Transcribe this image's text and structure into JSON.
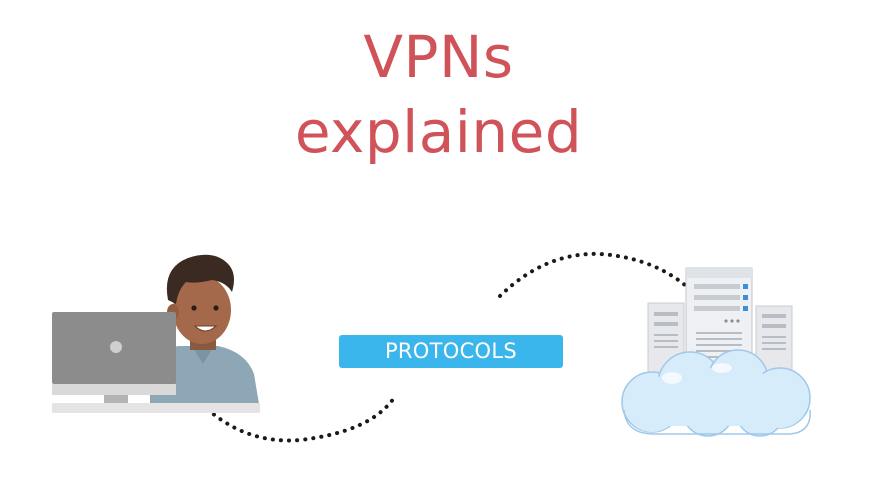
{
  "title": {
    "line1": "VPNs",
    "line2": "explained"
  },
  "badge": {
    "label": "PROTOCOLS"
  },
  "colors": {
    "title": "#d0535a",
    "badge": "#3bb6ec",
    "connection_dots": "#1a1a1a",
    "cloud": "#d7ecfa"
  },
  "icons": [
    "person-at-computer-illustration",
    "server-cloud-illustration"
  ]
}
